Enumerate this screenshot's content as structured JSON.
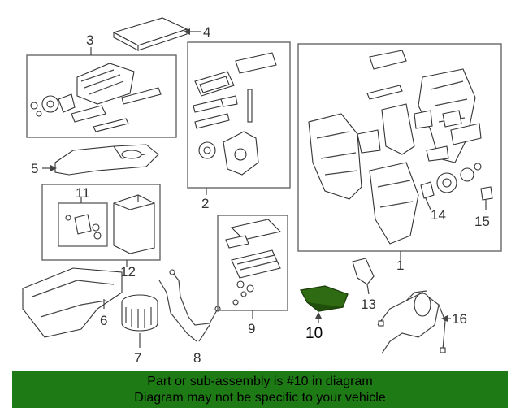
{
  "labels": {
    "l1": "1",
    "l2": "2",
    "l3": "3",
    "l4": "4",
    "l5": "5",
    "l6": "6",
    "l7": "7",
    "l8": "8",
    "l9": "9",
    "l10": "10",
    "l11": "11",
    "l12": "12",
    "l13": "13",
    "l14": "14",
    "l15": "15",
    "l16": "16"
  },
  "banner": {
    "line1": "Part or sub-assembly is #10 in diagram",
    "line2": "Diagram may not be specific to your vehicle"
  },
  "colors": {
    "banner_bg": "#1e7a14",
    "highlight_part": "#2f6b12"
  }
}
